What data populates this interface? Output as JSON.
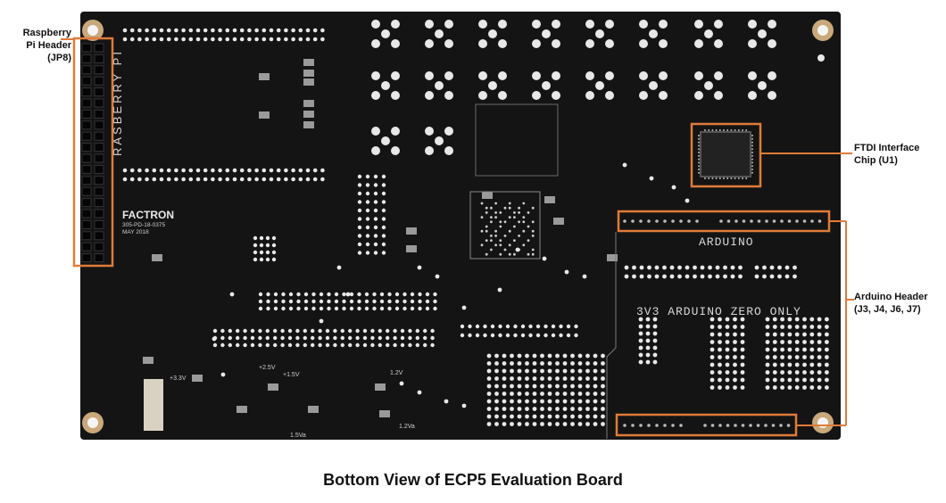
{
  "caption": "Bottom View of ECP5 Evaluation Board",
  "callouts": {
    "raspberry_pi": "Raspberry\nPi Header\n(JP8)",
    "ftdi": "FTDI Interface\nChip (U1)",
    "arduino": "Arduino Header\n(J3, J4, J6, J7)"
  },
  "silkscreen": {
    "raspberry_pi": "RASBERRY PI",
    "vendor": "FACTRON",
    "part_number": "305-PD-18-0375",
    "date": "MAY 2018",
    "arduino": "ARDUINO",
    "arduino_zero": "3V3 ARDUINO ZERO ONLY",
    "rail_33": "+3.3V",
    "rail_25": "+2.5V",
    "rail_15": "+1.5V",
    "rail_12": "1.2V",
    "rail_15a": "1.5Va",
    "rail_12a": "1.2Va"
  },
  "colors": {
    "board": "#141414",
    "callout": "#e07b39",
    "pad": "#e8e8e8",
    "silk": "#d8d8d8",
    "mount_hole": "#c9a87a"
  }
}
